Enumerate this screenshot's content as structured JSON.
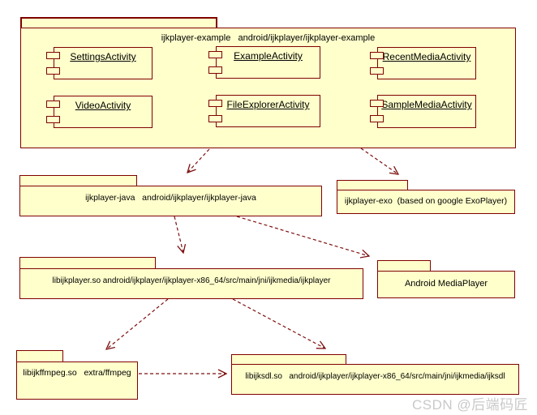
{
  "diagram": {
    "nodes": {
      "example": {
        "type": "package",
        "title": "ijkplayer-example   android/ijkplayer/ijkplayer-example",
        "components": [
          "SettingsActivity",
          "ExampleActivity",
          "RecentMediaActivity",
          "VideoActivity",
          "FileExplorerActivity",
          "SampleMediaActivity"
        ]
      },
      "java": {
        "type": "package",
        "title": "ijkplayer-java   android/ijkplayer/ijkplayer-java"
      },
      "exo": {
        "type": "package",
        "title": "ijkplayer-exo  (based on google ExoPlayer)"
      },
      "libijkplayer": {
        "type": "package",
        "title": "libijkplayer.so android/ijkplayer/ijkplayer-x86_64/src/main/jni/ijkmedia/ijkplayer"
      },
      "amp": {
        "type": "package",
        "title": "Android MediaPlayer"
      },
      "ffmpeg": {
        "type": "package",
        "title": "libijkffmpeg.so   extra/ffmpeg"
      },
      "sdl": {
        "type": "package",
        "title": "libijksdl.so   android/ijkplayer/ijkplayer-x86_64/src/main/jni/ijkmedia/ijksdl"
      }
    },
    "edges": [
      {
        "from": "ijkplayer-example",
        "to": "ijkplayer-java",
        "points": [
          258,
          184,
          231,
          213
        ]
      },
      {
        "from": "ijkplayer-example",
        "to": "ijkplayer-exo",
        "points": [
          445,
          183,
          491,
          215
        ]
      },
      {
        "from": "ijkplayer-java",
        "to": "libijkplayer.so",
        "points": [
          215,
          267,
          226,
          312
        ]
      },
      {
        "from": "ijkplayer-java",
        "to": "Android MediaPlayer",
        "points": [
          292,
          267,
          455,
          316
        ]
      },
      {
        "from": "libijkplayer.so",
        "to": "libijkffmpeg.so",
        "points": [
          207,
          369,
          131,
          431
        ]
      },
      {
        "from": "libijkplayer.so",
        "to": "libijksdl.so",
        "points": [
          287,
          369,
          401,
          430
        ]
      },
      {
        "from": "libijkffmpeg.so",
        "to": "libijksdl.so",
        "points": [
          171,
          461,
          279,
          461
        ]
      }
    ],
    "colors": {
      "node_fill": "#FFFFCC",
      "node_border": "#800000",
      "arrow": "#7E1010",
      "text": "#000000",
      "watermark": "#C6C6C6"
    }
  },
  "watermark": "CSDN @后端码匠"
}
